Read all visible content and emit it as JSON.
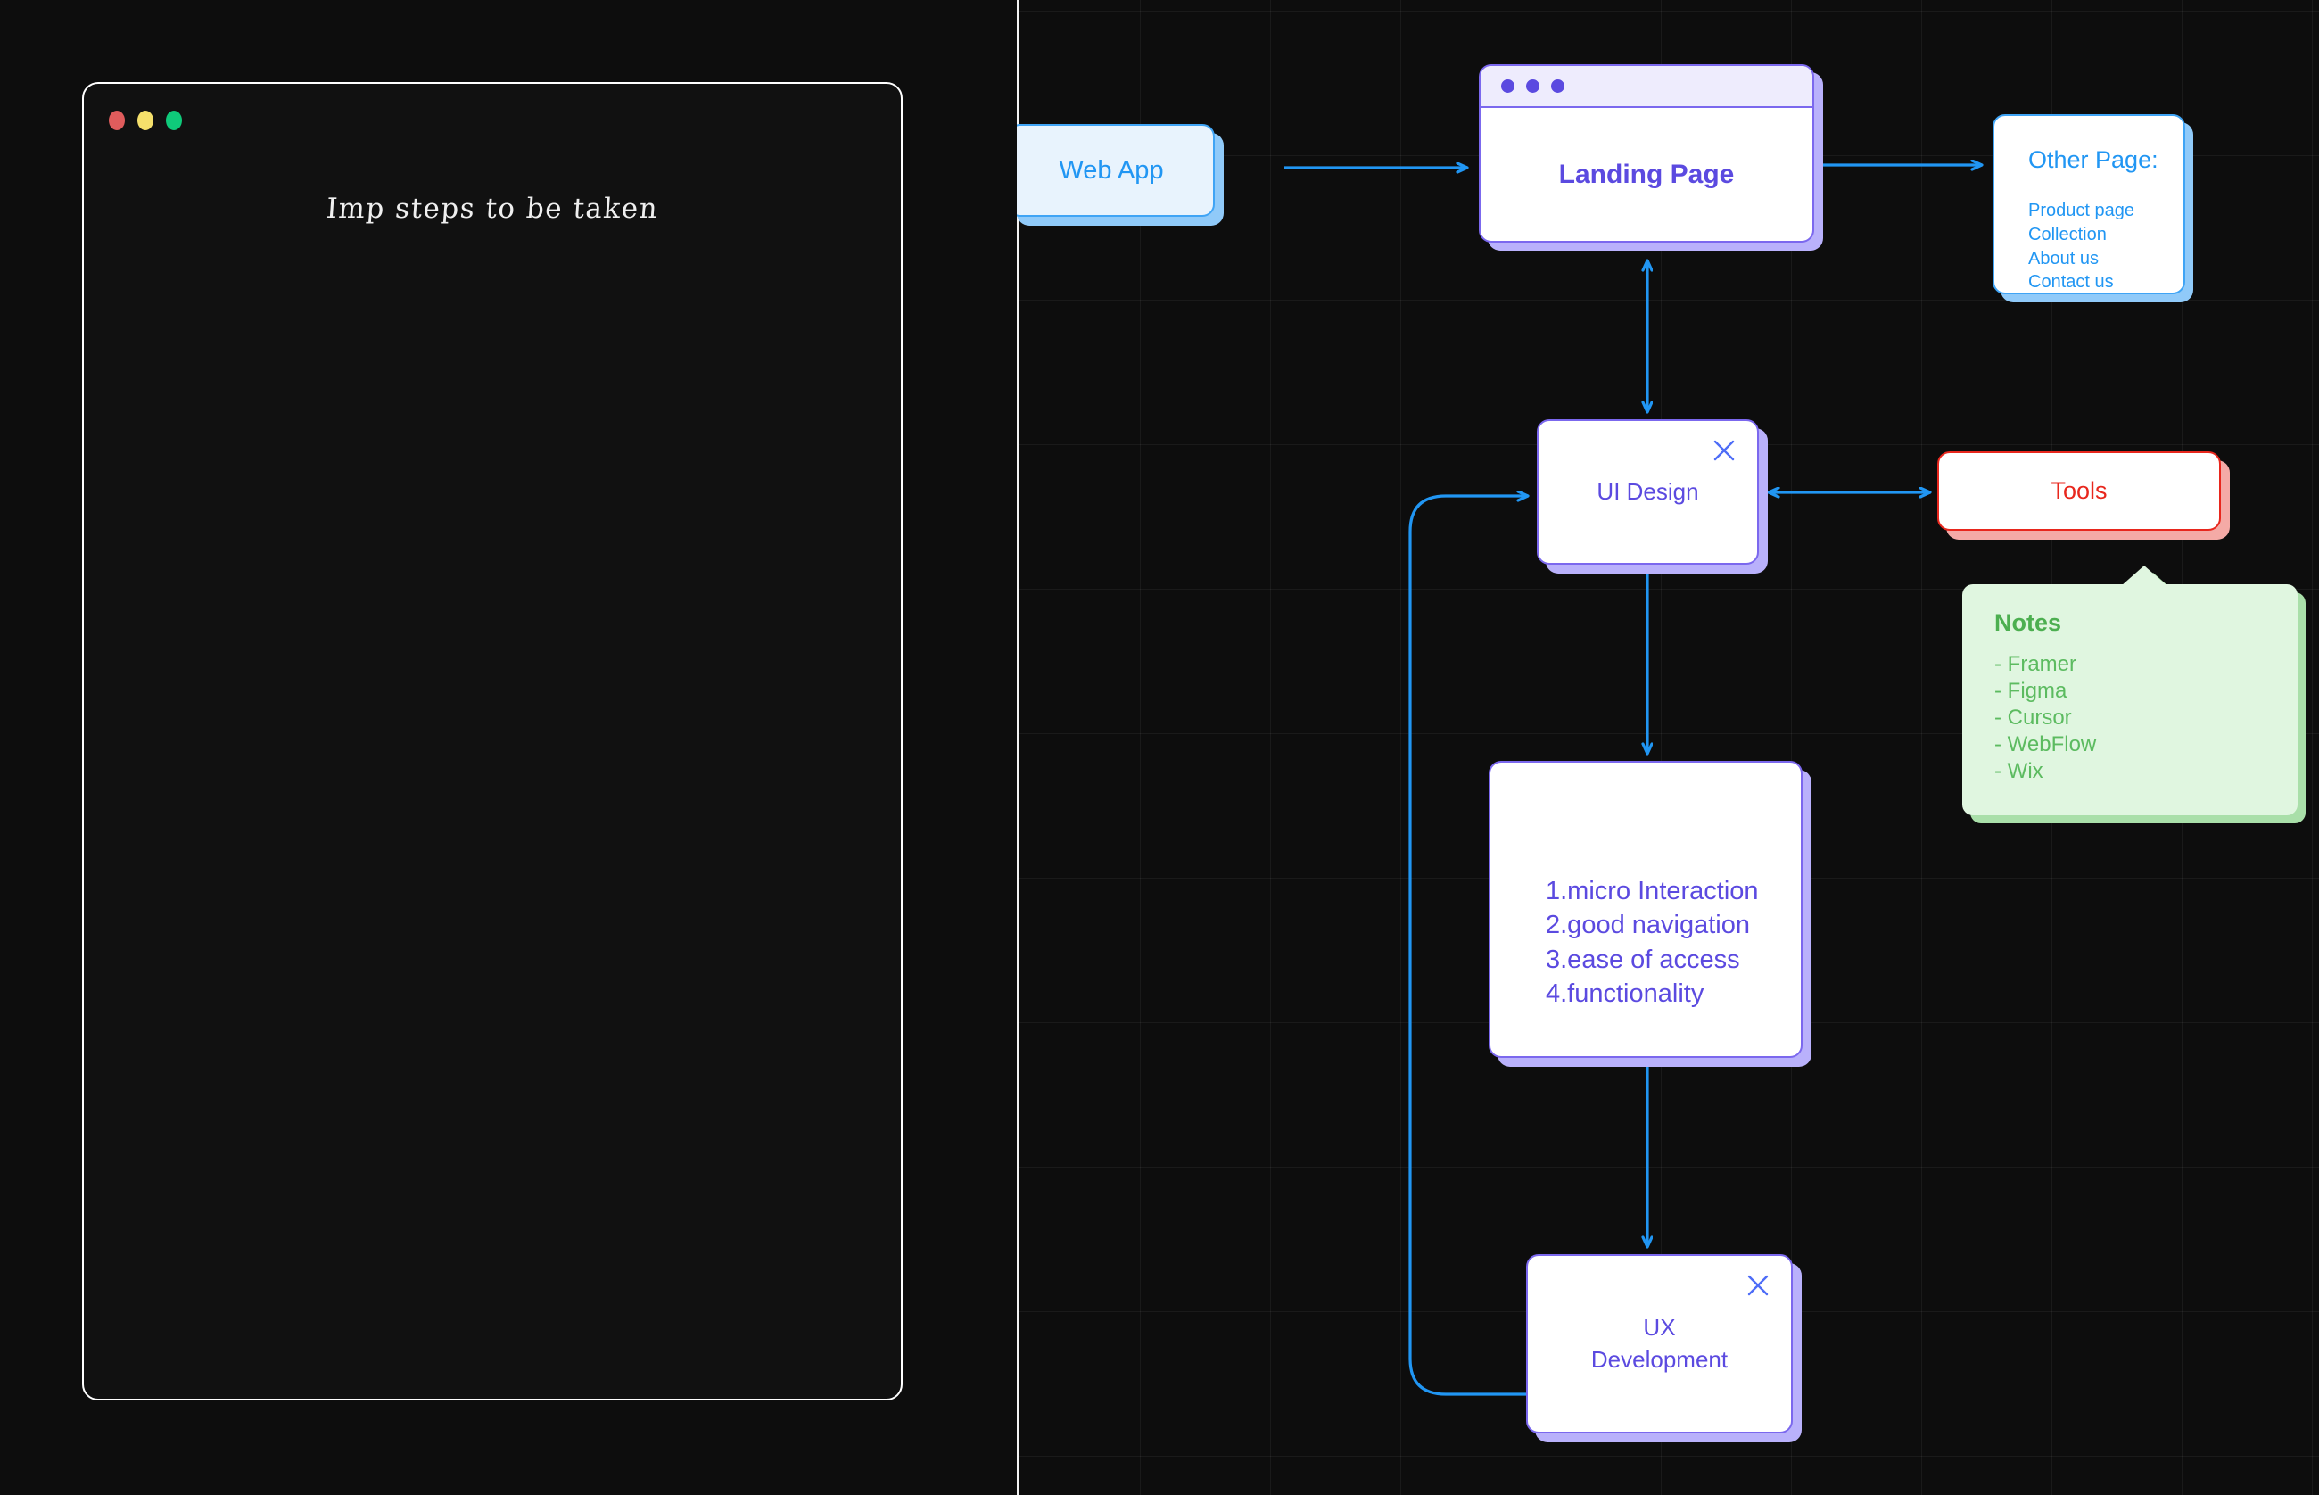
{
  "left_panel": {
    "title": "Imp steps to be taken",
    "traffic_lights": [
      "red",
      "yellow",
      "green"
    ]
  },
  "canvas": {
    "nodes": {
      "webapp": {
        "label": "Web App"
      },
      "landing": {
        "label": "Landing Page",
        "dots": 3
      },
      "otherpage": {
        "title": "Other Page:",
        "items": [
          "Product page",
          "Collection",
          "About us",
          "Contact us"
        ]
      },
      "uidesign": {
        "label": "UI Design",
        "close_icon": "close-icon"
      },
      "tools": {
        "label": "Tools"
      },
      "notes": {
        "title": "Notes",
        "items": [
          "- Framer",
          "- Figma",
          "- Cursor",
          "- WebFlow",
          "- Wix"
        ]
      },
      "principles": {
        "items": [
          "1.micro Interaction",
          "2.good navigation",
          "3.ease of access",
          "4.functionality"
        ]
      },
      "uxdev": {
        "label_line1": "UX",
        "label_line2": "Development",
        "close_icon": "close-icon"
      }
    },
    "edges": [
      {
        "from": "webapp",
        "to": "landing",
        "direction": "one-way"
      },
      {
        "from": "landing",
        "to": "otherpage",
        "direction": "one-way"
      },
      {
        "from": "landing",
        "to": "uidesign",
        "direction": "two-way"
      },
      {
        "from": "uidesign",
        "to": "tools",
        "direction": "two-way"
      },
      {
        "from": "uidesign",
        "to": "principles",
        "direction": "one-way"
      },
      {
        "from": "principles",
        "to": "uxdev",
        "direction": "one-way"
      },
      {
        "from": "uxdev",
        "to": "uidesign",
        "direction": "one-way-curved"
      }
    ],
    "colors": {
      "background": "#0d0d0d",
      "grid_line": "rgba(255,255,255,0.055)",
      "edge": "#2196f3",
      "blue_node": "#3fa4f5",
      "blue_text": "#2196f3",
      "purple_node": "#7b68ee",
      "purple_text": "#5b4ae0",
      "red_node": "#e8271d",
      "green_note_bg": "#e0f6e0",
      "green_note_text": "#5cbb60"
    }
  }
}
